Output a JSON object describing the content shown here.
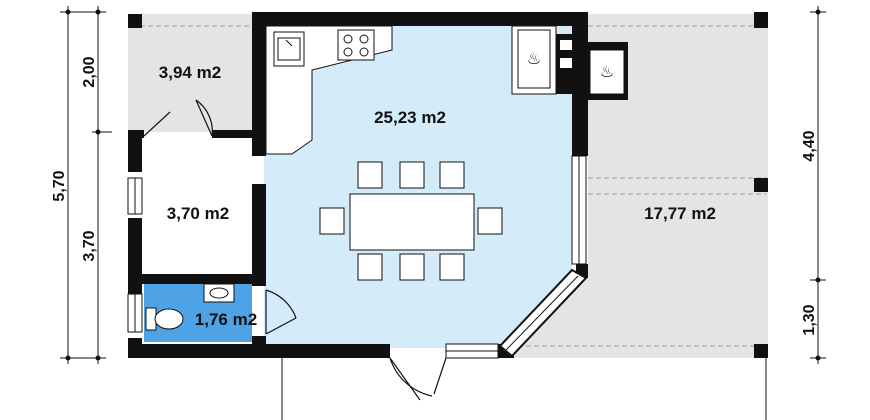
{
  "rooms": {
    "storage": "3,94 m2",
    "utility": "3,70 m2",
    "bathroom": "1,76 m2",
    "main_room": "25,23 m2",
    "terrace": "17,77 m2"
  },
  "dimensions": {
    "left_total": "5,70",
    "left_top": "2,00",
    "left_bottom": "3,70",
    "right_top": "4,40",
    "right_bottom": "1,30"
  },
  "colors": {
    "wall": "#111111",
    "main_room_fill": "#d4ebfa",
    "bathroom_fill": "#4da3e6",
    "gray_fill": "#e4e4e4"
  }
}
